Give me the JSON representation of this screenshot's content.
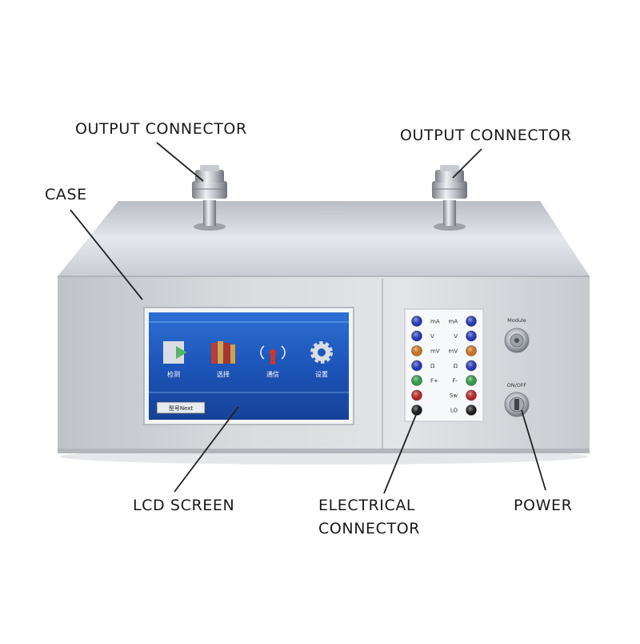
{
  "callouts": {
    "output_connector_left": "OUTPUT CONNECTOR",
    "output_connector_right": "OUTPUT CONNECTOR",
    "case": "CASE",
    "lcd_screen": "LCD SCREEN",
    "electrical_connector_line1": "ELECTRICAL",
    "electrical_connector_line2": "CONNECTOR",
    "power": "POWER"
  },
  "lcd": {
    "menu": [
      {
        "label": "检测",
        "icon": "test-play-icon",
        "color": "#58b26a"
      },
      {
        "label": "选择",
        "icon": "books-icon",
        "color": "#c23b2e"
      },
      {
        "label": "通信",
        "icon": "antenna-icon",
        "color": "#d1342a"
      },
      {
        "label": "设置",
        "icon": "gear-icon",
        "color": "#d9dde3"
      }
    ],
    "status_button": "型号Next"
  },
  "terminals": {
    "left_labels": [
      "mA",
      "V",
      "mV",
      "Ω",
      "F+",
      "",
      ""
    ],
    "right_labels": [
      "mA",
      "V",
      "mV",
      "Ω",
      "F-",
      "Sw",
      "LO"
    ],
    "colors": [
      "#2234c8",
      "#2234c8",
      "#e07a12",
      "#2234c8",
      "#2aa84a",
      "#c81e1e",
      "#151515"
    ]
  },
  "knobs": {
    "module_label": "Module",
    "power_label": "ON/OFF"
  }
}
